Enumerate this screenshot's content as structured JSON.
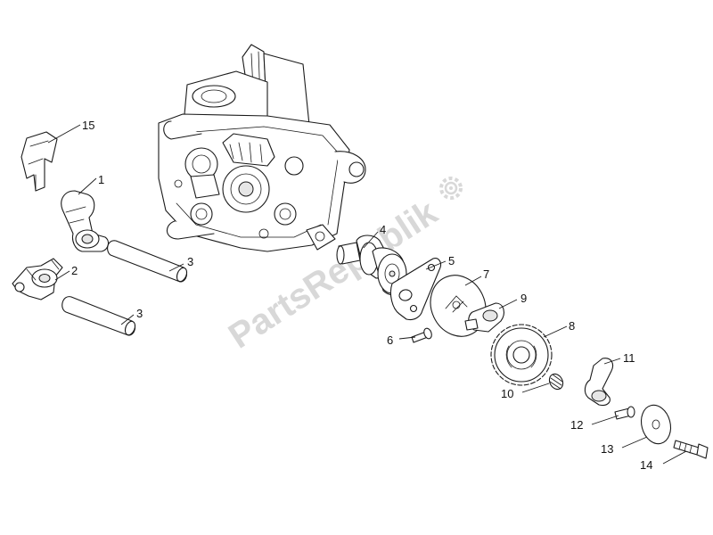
{
  "watermark": {
    "text": "PartsRepublik",
    "icon": "gear-icon",
    "color": "#d8d8d8"
  },
  "callouts": [
    {
      "label": "15",
      "part": "rocker-clip"
    },
    {
      "label": "1",
      "part": "exhaust-rocker-arm"
    },
    {
      "label": "3",
      "part": "rocker-shaft-upper"
    },
    {
      "label": "2",
      "part": "intake-rocker-arm"
    },
    {
      "label": "3",
      "part": "rocker-shaft-lower"
    },
    {
      "label": "4",
      "part": "camshaft"
    },
    {
      "label": "5",
      "part": "retaining-plate"
    },
    {
      "label": "7",
      "part": "decompressor-disc"
    },
    {
      "label": "9",
      "part": "decompressor-weight"
    },
    {
      "label": "6",
      "part": "plate-screw"
    },
    {
      "label": "8",
      "part": "timing-sprocket"
    },
    {
      "label": "11",
      "part": "decompressor-lever"
    },
    {
      "label": "10",
      "part": "spring"
    },
    {
      "label": "12",
      "part": "pin"
    },
    {
      "label": "13",
      "part": "washer"
    },
    {
      "label": "14",
      "part": "sprocket-bolt"
    }
  ]
}
